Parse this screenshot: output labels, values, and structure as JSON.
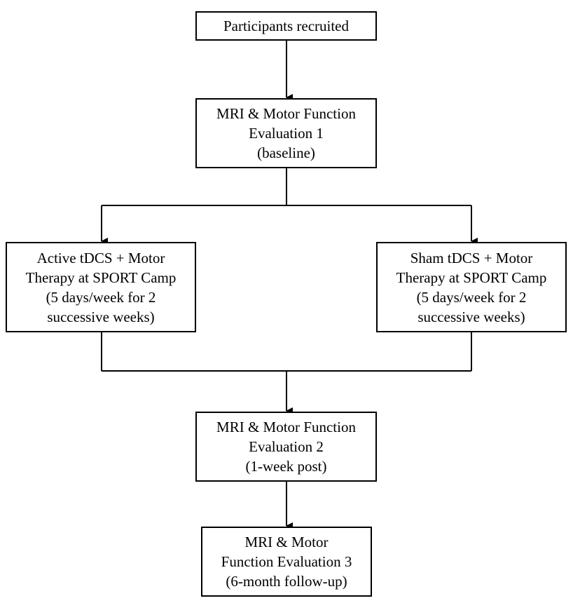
{
  "diagram": {
    "boxes": {
      "recruited": {
        "lines": [
          "Participants recruited"
        ]
      },
      "eval1": {
        "lines": [
          "MRI & Motor Function",
          "Evaluation 1",
          "(baseline)"
        ]
      },
      "active": {
        "lines": [
          "Active tDCS + Motor",
          "Therapy at SPORT Camp",
          "(5 days/week for 2",
          "successive weeks)"
        ]
      },
      "sham": {
        "lines": [
          "Sham tDCS + Motor",
          "Therapy at SPORT Camp",
          "(5 days/week for 2",
          "successive weeks)"
        ]
      },
      "eval2": {
        "lines": [
          "MRI & Motor Function",
          "Evaluation 2",
          "(1-week post)"
        ]
      },
      "eval3": {
        "lines": [
          "MRI & Motor",
          "Function Evaluation 3",
          "(6-month follow-up)"
        ]
      }
    },
    "edges": [
      {
        "from": "recruited",
        "to": "eval1"
      },
      {
        "from": "eval1",
        "to": "active"
      },
      {
        "from": "eval1",
        "to": "sham"
      },
      {
        "from": "active",
        "to": "eval2"
      },
      {
        "from": "sham",
        "to": "eval2"
      },
      {
        "from": "eval2",
        "to": "eval3"
      }
    ],
    "colors": {
      "line": "#000000",
      "box_border": "#000000",
      "background": "#ffffff"
    }
  }
}
